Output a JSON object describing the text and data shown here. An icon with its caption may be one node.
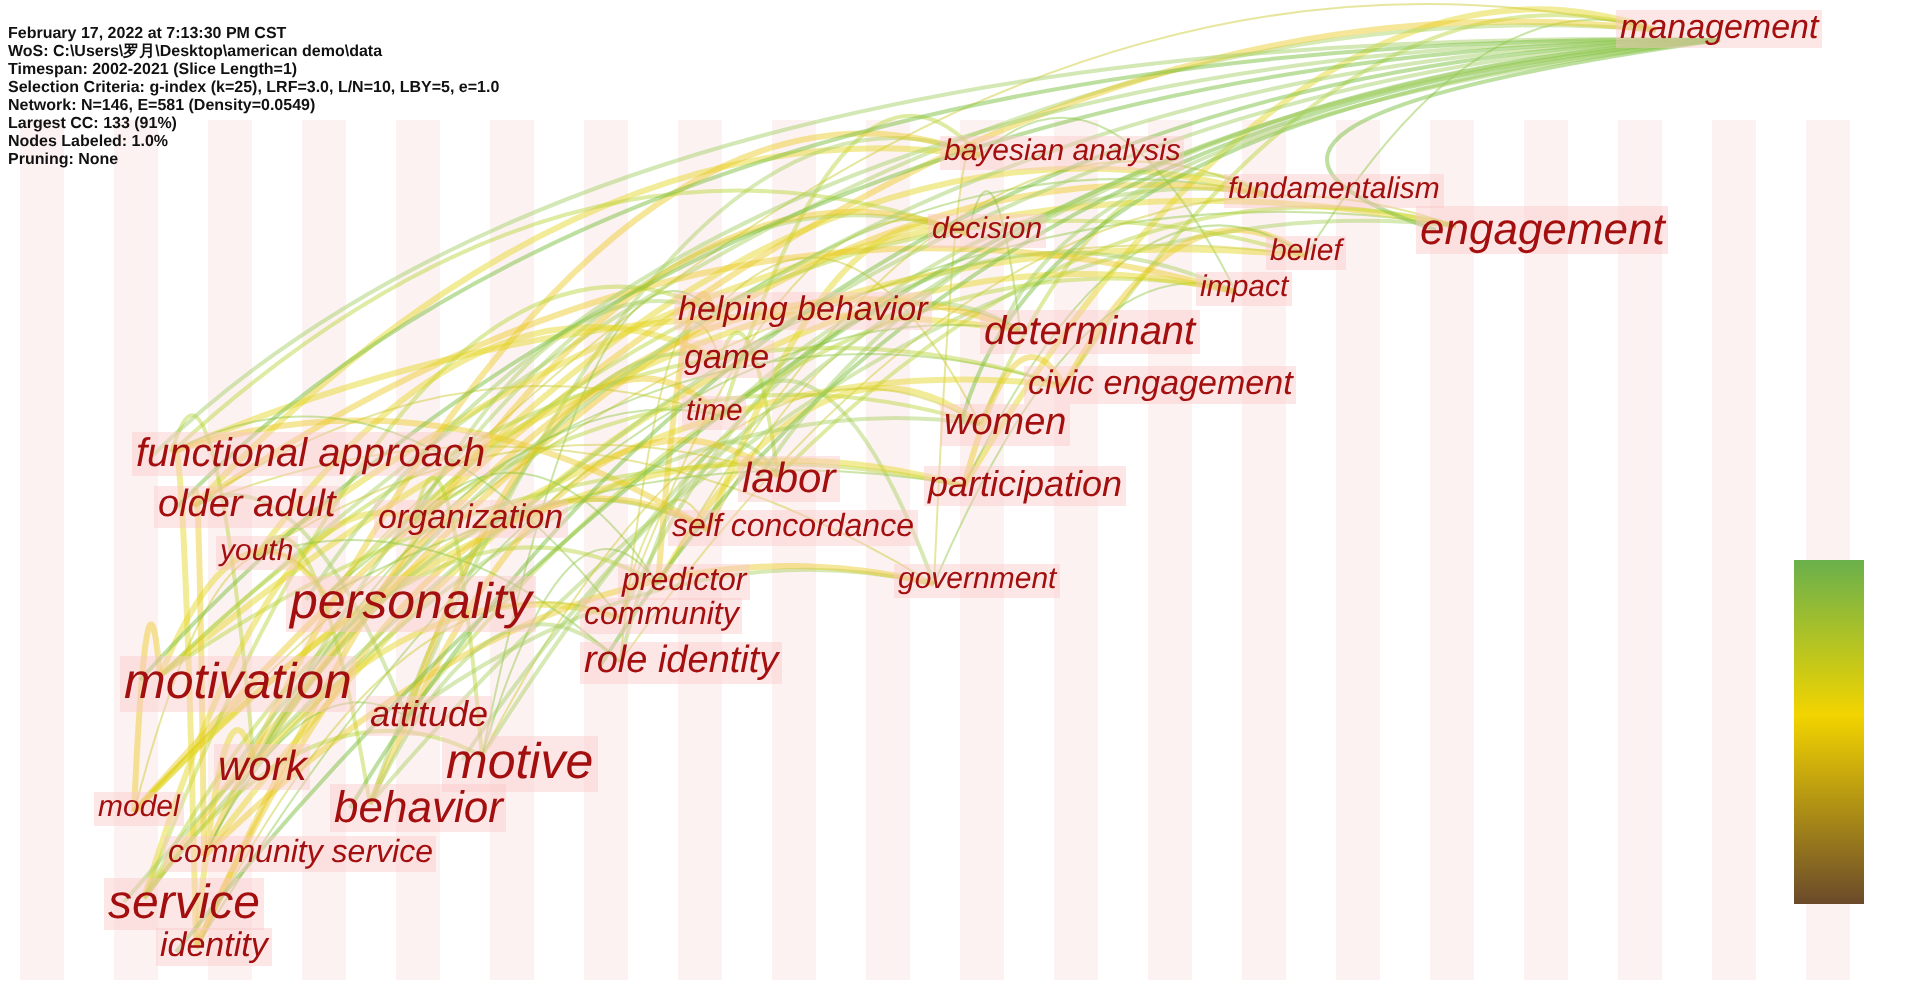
{
  "diagram": {
    "nodes": [
      {
        "text": [],
        "shape": "bar"
      }
    ],
    "labels": [
      "February 17, 2022 at 7:13:30 PM CST",
      "WoS: C:\\Users\\罗月\\Desktop\\american demo\\data",
      "Timespan: 2002-2021 (Slice Length=1)",
      "Selection Criteria: g-index (k=25), LRF=3.0, L/N=10, LBY=5, e=1.0",
      "Network: N=146, E=581 (Density=0.0549)",
      "Largest CC: 133 (91%)",
      "Nodes Labeled: 1.0%",
      "Pruning: None",
      "management",
      "bayesian analysis",
      "fundamentalism",
      "decision",
      "engagement",
      "belief",
      "impact",
      "helping behavior",
      "determinant",
      "game",
      "civic engagement",
      "time",
      "women",
      "functional approach",
      "labor",
      "participation",
      "older adult",
      "organization",
      "self concordance",
      "youth",
      "personality",
      "government",
      "predictor",
      "community",
      "role identity",
      "motivation",
      "attitude",
      "motive",
      "work",
      "behavior",
      "model",
      "community service",
      "service",
      "identity"
    ]
  }
}
